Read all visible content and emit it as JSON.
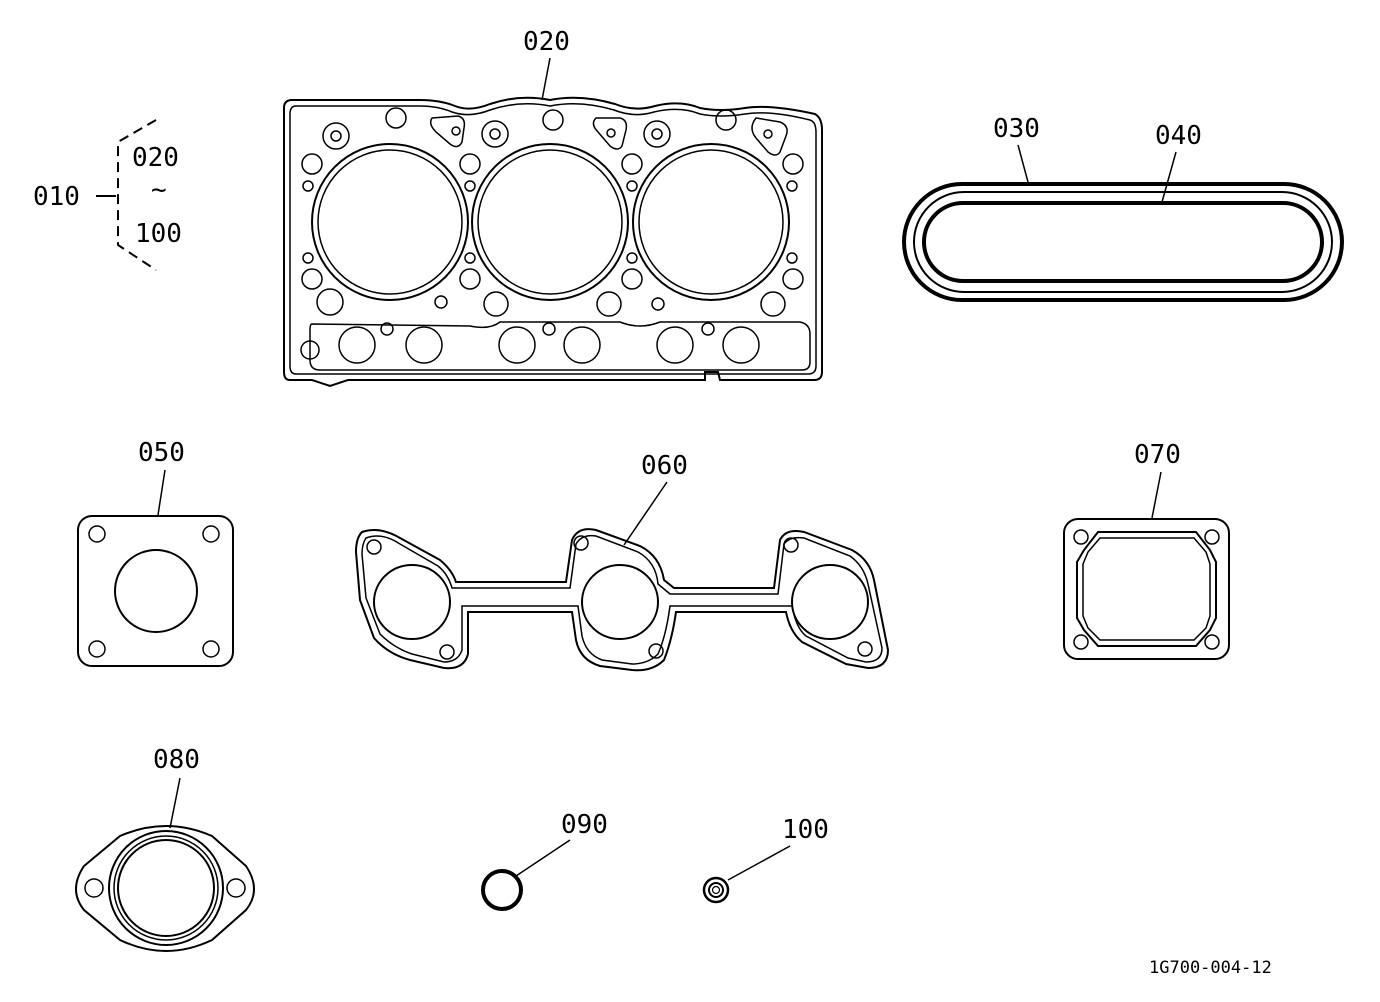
{
  "labels": {
    "p010": "010",
    "p020_range_from": "020",
    "p020_range_tilde": "~",
    "p100_range_to": "100",
    "p020": "020",
    "p030": "030",
    "p040": "040",
    "p050": "050",
    "p060": "060",
    "p070": "070",
    "p080": "080",
    "p090": "090",
    "p100": "100"
  },
  "drawing_ref": "1G700-004-12"
}
